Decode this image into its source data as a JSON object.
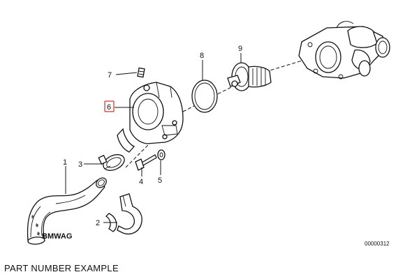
{
  "caption": "PART NUMBER EXAMPLE",
  "diagram_id": "00000312",
  "logo_text": "BMWAG",
  "highlight_color": "#d0312d",
  "callouts": {
    "c1": "1",
    "c2": "2",
    "c3": "3",
    "c4": "4",
    "c5": "5",
    "c6": "6",
    "c7": "7",
    "c8": "8",
    "c9": "9"
  },
  "highlighted_callout": "6"
}
